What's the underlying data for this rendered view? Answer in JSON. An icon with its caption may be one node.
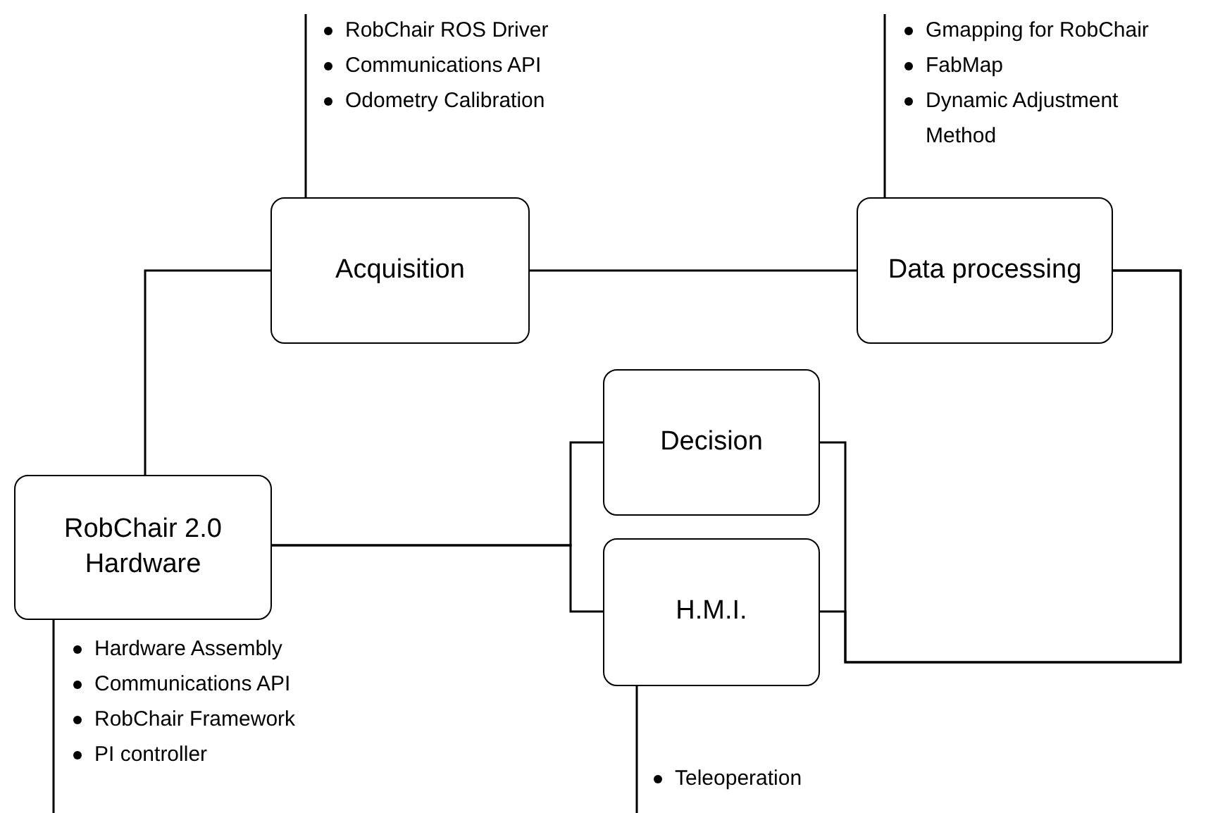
{
  "diagram": {
    "nodes": [
      {
        "text": [
          "Acquisition"
        ],
        "beside": [
          "RobChair ROS Driver",
          "Communications API",
          "Odometry  Calibration"
        ]
      },
      {
        "text": [
          "Data processing"
        ],
        "beside": [
          "Gmapping for RobChair",
          "FabMap",
          "Dynamic Adjustment Method"
        ]
      },
      {
        "text": [
          "Decision"
        ]
      },
      {
        "text": [
          "RobChair 2.0 Hardware"
        ],
        "beside": [
          "Hardware Assembly",
          "Communications API",
          "RobChair Framework",
          "PI controller"
        ]
      },
      {
        "text": [
          "H.M.I."
        ],
        "beside": [
          "Teleoperation"
        ]
      }
    ],
    "edges": [
      {
        "from": 0,
        "to": 1,
        "arrow": "none"
      },
      {
        "from": 3,
        "to": 0,
        "arrow": "none"
      },
      {
        "from": 1,
        "to": 2,
        "arrow": "none"
      },
      {
        "from": 1,
        "to": 4,
        "arrow": "none"
      },
      {
        "from": 3,
        "to": 2,
        "arrow": "none"
      },
      {
        "from": 3,
        "to": 4,
        "arrow": "none"
      },
      {
        "from": 0,
        "to": null,
        "arrow": "none"
      },
      {
        "from": 1,
        "to": null,
        "arrow": "none"
      },
      {
        "from": 3,
        "to": null,
        "arrow": "none"
      },
      {
        "from": 4,
        "to": null,
        "arrow": "none"
      }
    ]
  }
}
